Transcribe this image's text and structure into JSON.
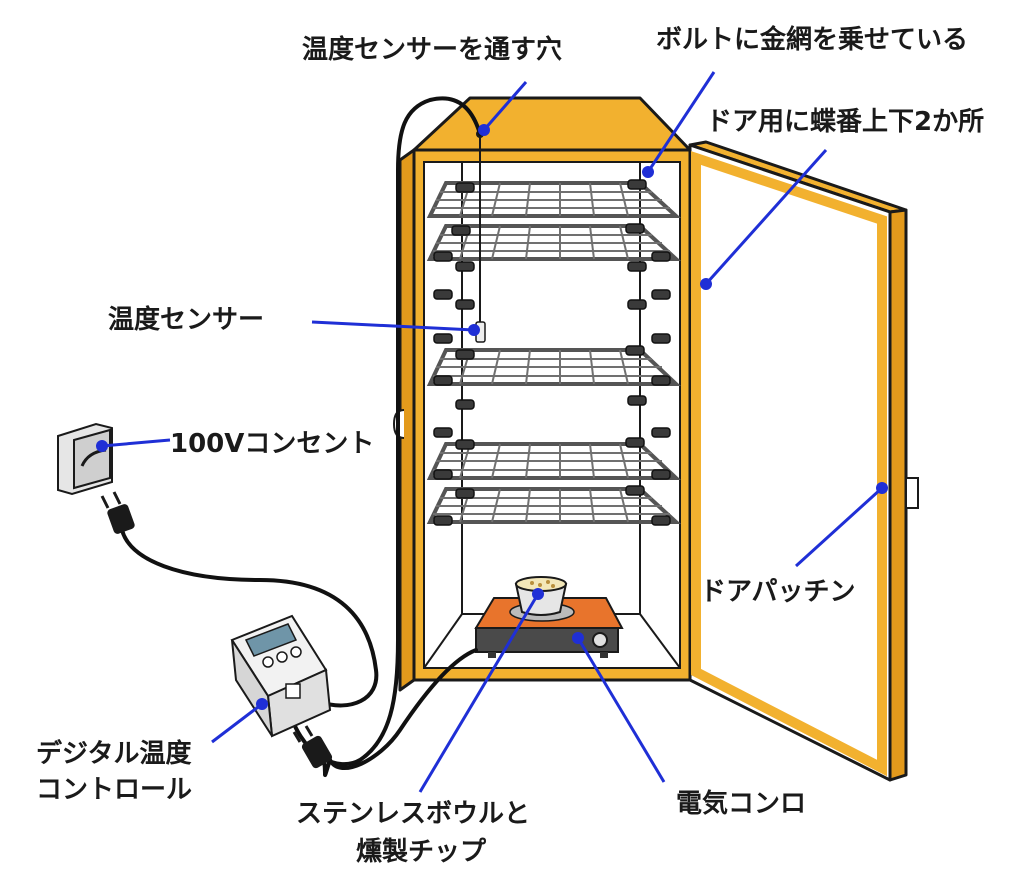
{
  "labels": {
    "sensor_hole": "温度センサーを通す穴",
    "bolt_mesh": "ボルトに金網を乗せている",
    "hinges": "ドア用に蝶番上下2か所",
    "temp_sensor": "温度センサー",
    "outlet": "100Vコンセント",
    "door_latch": "ドアパッチン",
    "digital_controller_line1": "デジタル温度",
    "digital_controller_line2": "コントロール",
    "bowl_line1": "ステンレスボウルと",
    "bowl_line2": "燻製チップ",
    "stove": "電気コンロ"
  },
  "colors": {
    "cabinet": "#f2b12f",
    "cabinet_dark": "#e39a1c",
    "leader": "#1f2fd6",
    "stove_body": "#e8742c",
    "stove_base": "#4a4a4a",
    "controller": "#f2f2f2",
    "controller_screen": "#6f95a8"
  },
  "icons": [
    "outlet-icon",
    "plug-icon",
    "controller-icon",
    "bowl-icon",
    "stove-icon",
    "sensor-icon",
    "latch-icon"
  ]
}
